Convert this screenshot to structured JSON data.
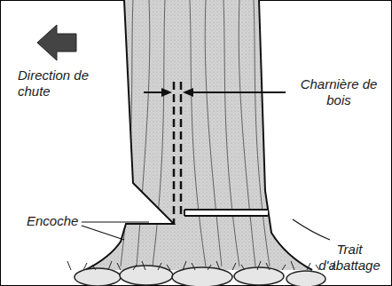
{
  "diagram": {
    "labels": [
      "Direction de chute",
      "Charnière de bois",
      "Encoche",
      "Trait d'abattage"
    ]
  }
}
